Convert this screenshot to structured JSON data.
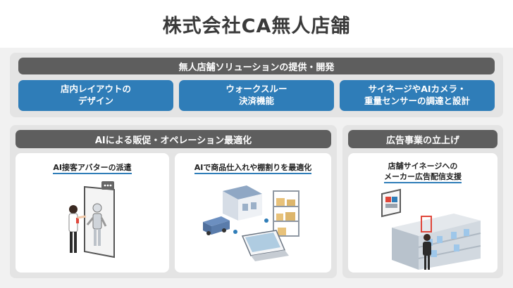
{
  "title": "株式会社CA無人店舗",
  "top_section": {
    "heading": "無人店舗ソリューションの提供・開発",
    "items": [
      {
        "line1": "店内レイアウトの",
        "line2": "デザイン"
      },
      {
        "line1": "ウォークスルー",
        "line2": "決済機能"
      },
      {
        "line1": "サイネージやAIカメラ・",
        "line2": "重量センサーの調達と設計"
      }
    ]
  },
  "left_section": {
    "heading": "AIによる販促・オペレーション最適化",
    "cards": [
      {
        "title": "AI接客アバターの派遣"
      },
      {
        "title": "AIで商品仕入れや棚割りを最適化"
      }
    ]
  },
  "right_section": {
    "heading": "広告事業の立上げ",
    "card": {
      "line1": "店舗サイネージへの",
      "line2": "メーカー広告配信支援"
    }
  },
  "colors": {
    "accent_blue": "#2f7db8",
    "pill_gray": "#5e5e5e",
    "panel_gray": "#e4e4e4"
  }
}
